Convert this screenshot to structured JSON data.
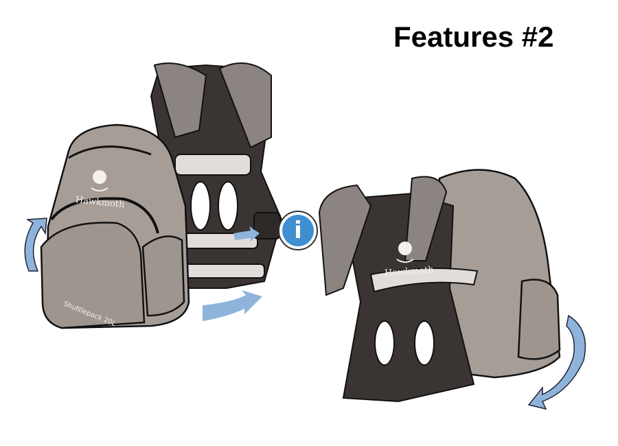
{
  "title": "Features #2",
  "left_pack": {
    "brand": "Hawkmoth",
    "model": "Shuttlepack 20L"
  },
  "right_pack": {
    "brand": "Hawkmoth"
  },
  "info_button": {
    "label": "i"
  },
  "colors": {
    "pack_grey": "#a69d97",
    "harness_dark": "#3a3532",
    "strap_grey": "#8b8480",
    "strap_light": "#e2ddda",
    "arrow_blue": "#8fb4dc",
    "info_blue": "#3f8fd0"
  }
}
